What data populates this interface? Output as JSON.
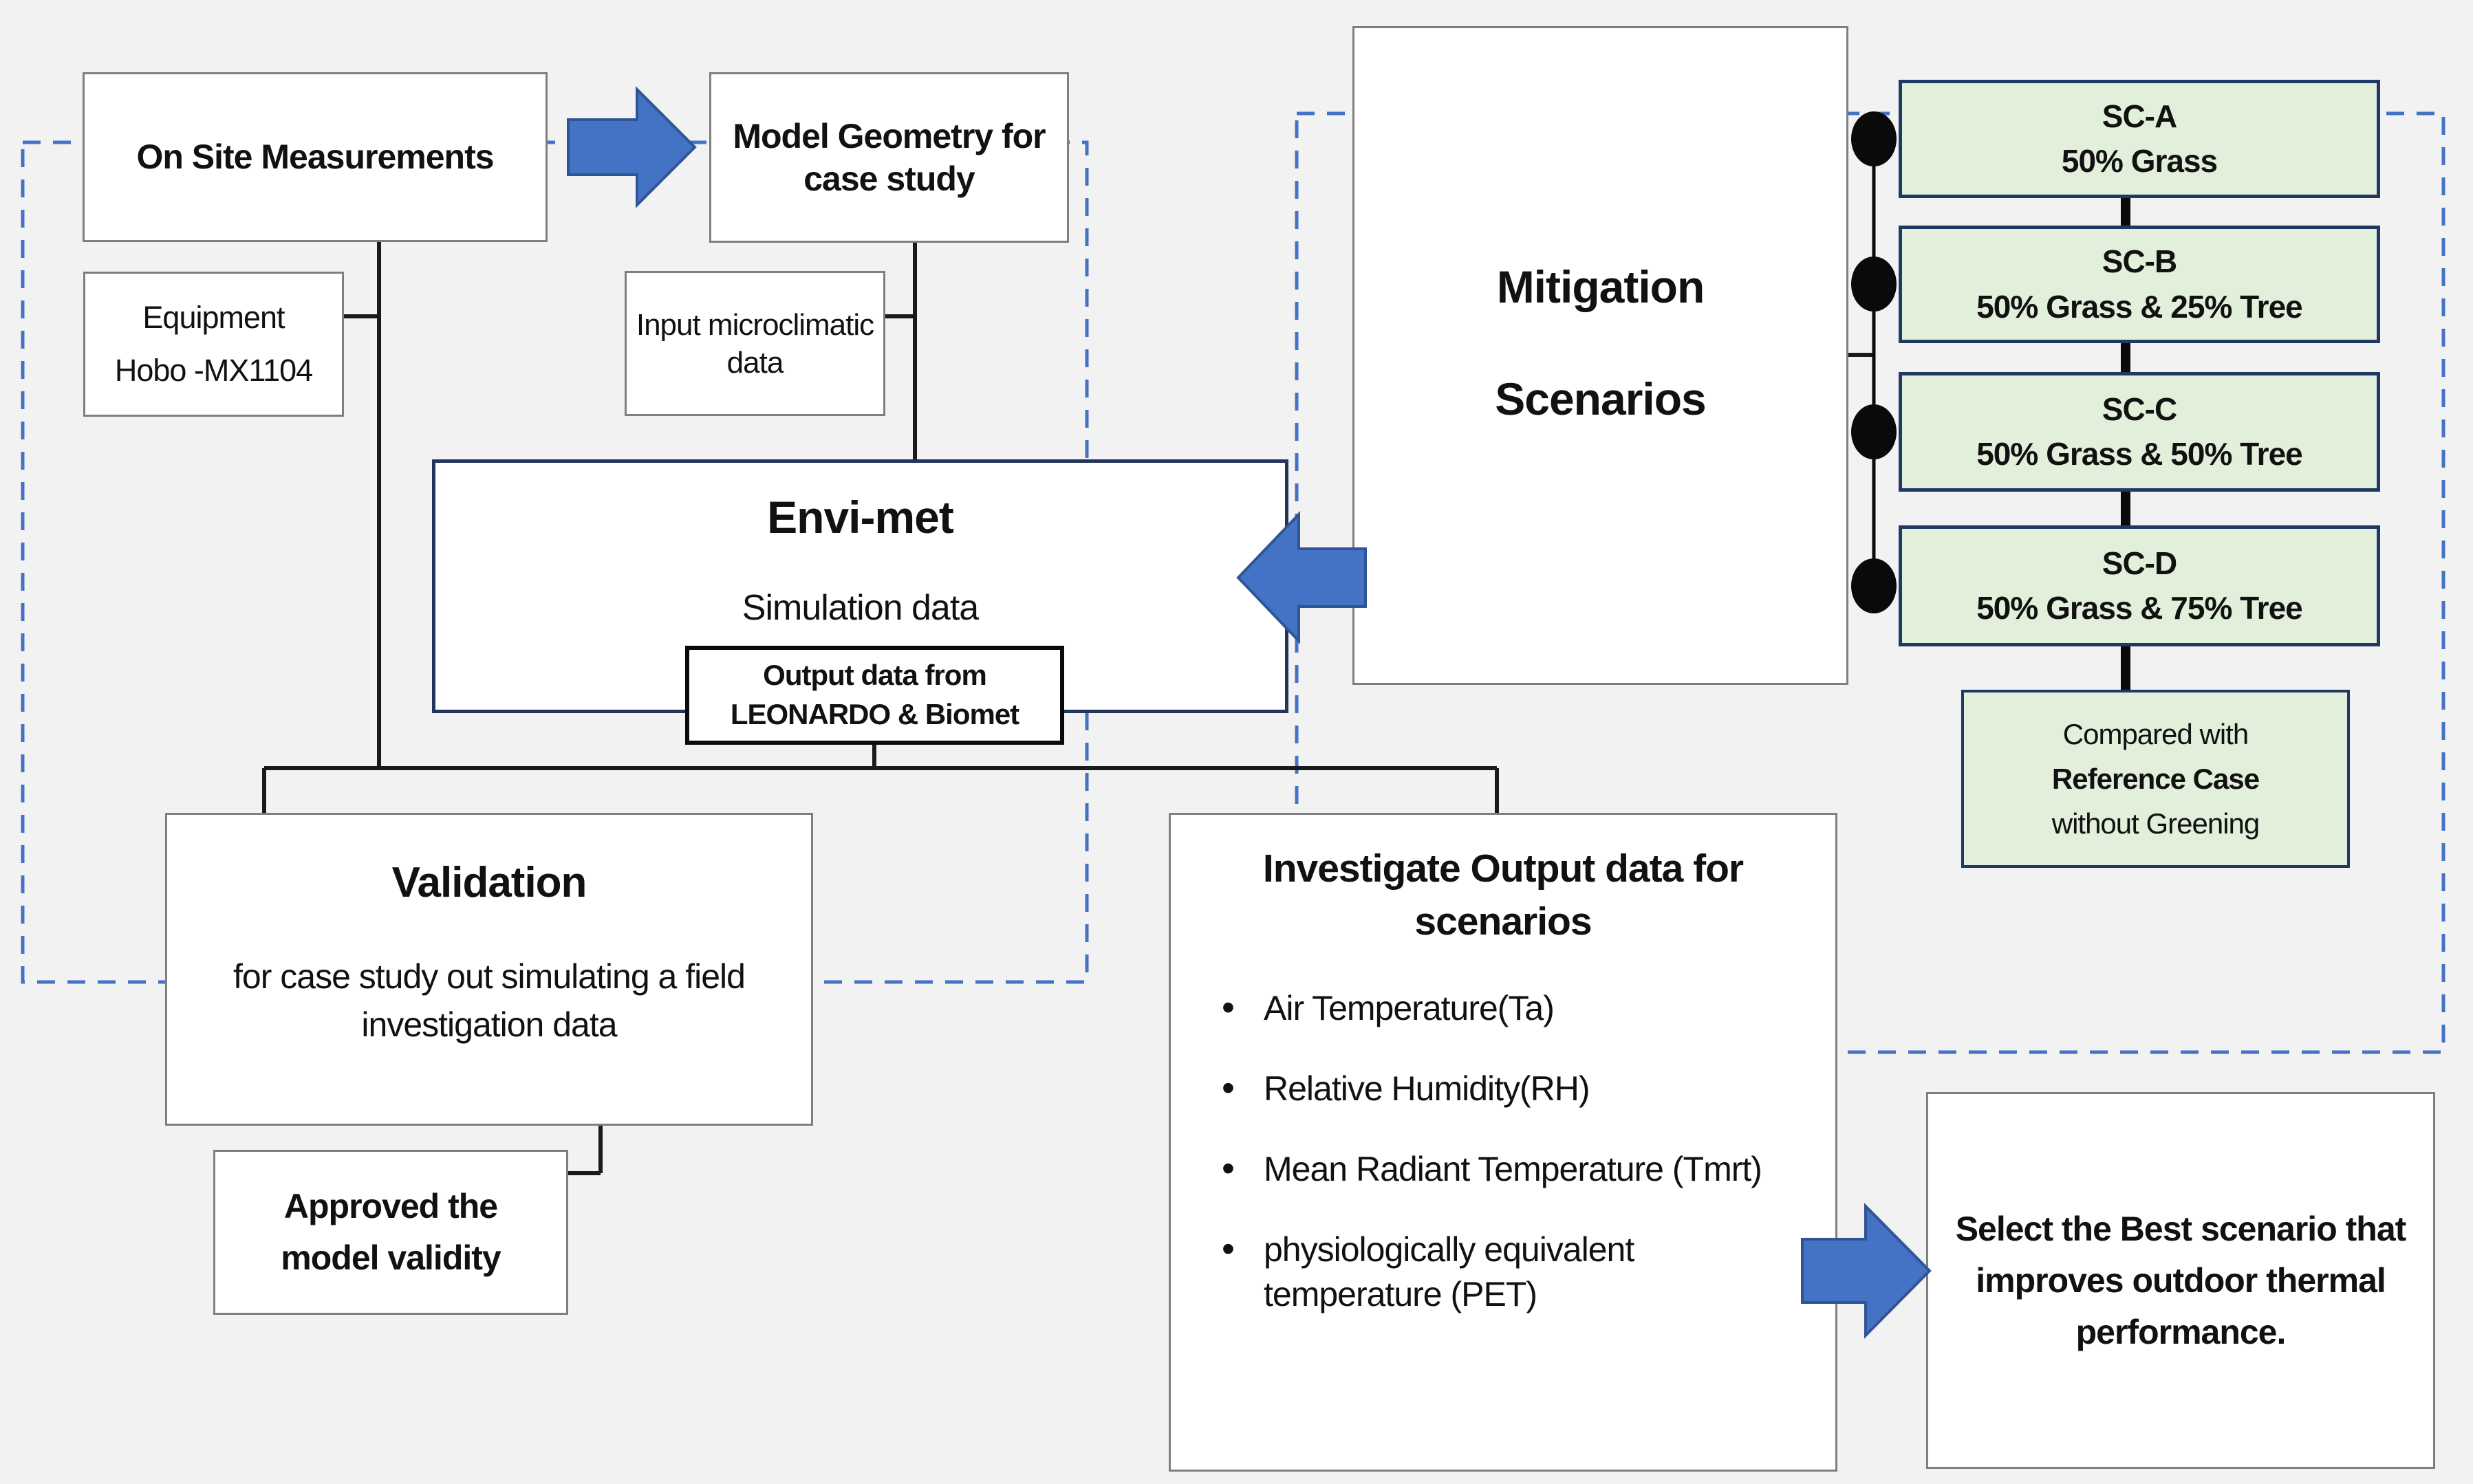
{
  "diagram": {
    "title": "ENVI-met simulation methodology flowchart",
    "colors": {
      "background": "#f2f2f2",
      "accent_blue": "#4472c4",
      "arrow_border": "#2f5597",
      "scenario_green": "#e2efda",
      "scenario_border": "#1f3864",
      "connector_black": "#1a1a1a"
    },
    "nodes": {
      "on_site": {
        "label": "On Site Measurements"
      },
      "model_geometry": {
        "label": "Model Geometry for case study"
      },
      "equipment": {
        "line1": "Equipment",
        "line2": "Hobo -MX1104"
      },
      "input_microclimatic": {
        "label": "Input microclimatic data"
      },
      "envimet": {
        "title": "Envi-met",
        "subtitle": "Simulation data"
      },
      "output_data": {
        "label": "Output data from LEONARDO & Biomet"
      },
      "mitigation": {
        "line1": "Mitigation",
        "line2": "Scenarios"
      },
      "validation": {
        "title": "Validation",
        "body": "for case study out simulating a field investigation data"
      },
      "approved": {
        "label": "Approved the model validity"
      },
      "investigate": {
        "title": "Investigate Output data for scenarios",
        "bullets": [
          "Air Temperature(Ta)",
          "Relative Humidity(RH)",
          "Mean Radiant Temperature (Tmrt)",
          "physiologically equivalent temperature (PET)"
        ]
      },
      "select_best": {
        "label": "Select the Best scenario that improves outdoor thermal performance."
      },
      "compared": {
        "line1": "Compared with",
        "line2": "Reference Case",
        "line3": "without Greening"
      }
    },
    "scenarios": [
      {
        "code": "SC-A",
        "desc": "50% Grass"
      },
      {
        "code": "SC-B",
        "desc": "50% Grass & 25% Tree"
      },
      {
        "code": "SC-C",
        "desc": "50% Grass & 50% Tree"
      },
      {
        "code": "SC-D",
        "desc": "50% Grass & 75% Tree"
      }
    ]
  }
}
